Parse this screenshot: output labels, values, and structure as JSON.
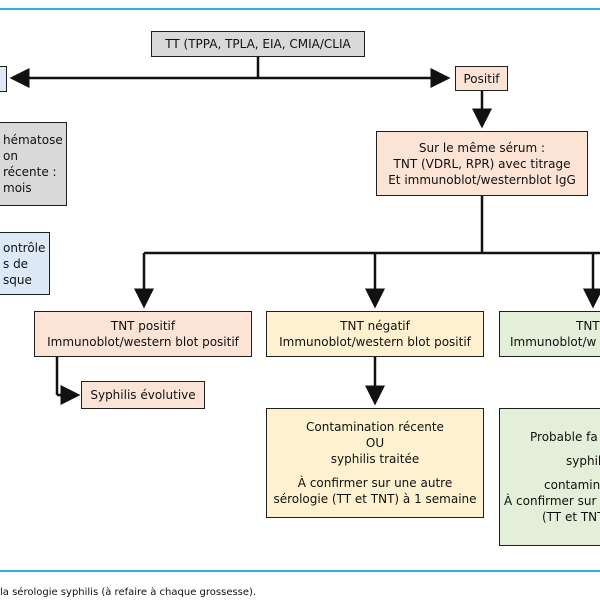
{
  "root": {
    "label": "TT (TPPA, TPLA, EIA, CMIA/CLIA"
  },
  "positive": {
    "label": "Positif"
  },
  "same_serum": {
    "lines": [
      "Sur le même sérum :",
      "TNT (VDRL, RPR) avec titrage",
      "Et immunoblot/westernblot IgG"
    ]
  },
  "left_gray": {
    "lines": [
      "hématose",
      "on",
      "récente :",
      "mois"
    ]
  },
  "left_blue": {
    "lines": [
      "ontrôle",
      "s de",
      "sque"
    ]
  },
  "branch1": {
    "lines": [
      "TNT positif",
      "Immunoblot/western blot positif"
    ]
  },
  "branch2": {
    "lines": [
      "TNT négatif",
      "Immunoblot/western blot positif"
    ]
  },
  "branch3": {
    "lines": [
      "TNT",
      "Immunoblot/w"
    ]
  },
  "syphilis": {
    "label": "Syphilis évolutive"
  },
  "contamination": {
    "lines": [
      "Contamination récente",
      "OU",
      "syphilis traitée",
      "À confirmer sur une autre",
      "sérologie (TT et TNT) à 1 semaine"
    ]
  },
  "probable": {
    "lines": [
      "Probable fa",
      "syphil",
      "contamin",
      "À confirmer sur",
      "(TT et TNT"
    ]
  },
  "caption": "la sérologie syphilis (à refaire à chaque grossesse).",
  "colors": {
    "accent_line": "#2bb3d6",
    "gray": "#d9d9d9",
    "peach": "#fbe3d6",
    "yellow": "#fdf1cf",
    "green": "#e3efd9",
    "blue": "#dde9f7"
  }
}
